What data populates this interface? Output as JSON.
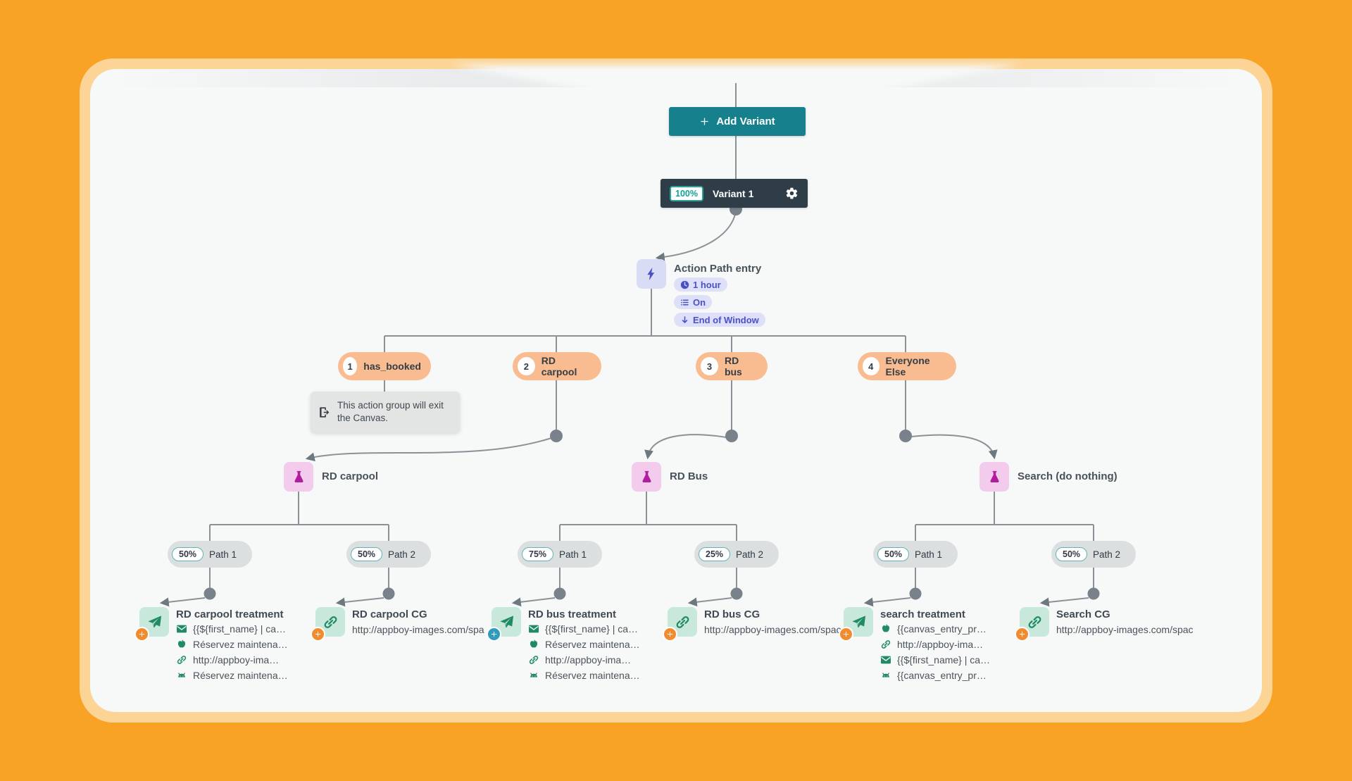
{
  "header": {
    "add_variant_label": "Add Variant",
    "variant_percent": "100%",
    "variant_name": "Variant 1"
  },
  "entry": {
    "title": "Action Path entry",
    "badges": [
      {
        "icon": "clock-icon",
        "label": "1 hour"
      },
      {
        "icon": "list-icon",
        "label": "On"
      },
      {
        "icon": "arrow-down-icon",
        "label": "End of Window"
      }
    ]
  },
  "branches": [
    {
      "number": "1",
      "label": "has_booked"
    },
    {
      "number": "2",
      "label": "RD carpool"
    },
    {
      "number": "3",
      "label": "RD bus"
    },
    {
      "number": "4",
      "label": "Everyone Else"
    }
  ],
  "exit_tooltip": {
    "icon": "exit-door-icon",
    "line1": "This action group will exit",
    "line2": "the Canvas."
  },
  "experiments": [
    {
      "icon": "flask-icon",
      "label": "RD carpool"
    },
    {
      "icon": "flask-icon",
      "label": "RD Bus"
    },
    {
      "icon": "flask-icon",
      "label": "Search (do nothing)"
    }
  ],
  "paths": [
    {
      "percent": "50%",
      "label": "Path 1"
    },
    {
      "percent": "50%",
      "label": "Path 2"
    },
    {
      "percent": "75%",
      "label": "Path 1"
    },
    {
      "percent": "25%",
      "label": "Path 2"
    },
    {
      "percent": "50%",
      "label": "Path 1"
    },
    {
      "percent": "50%",
      "label": "Path 2"
    }
  ],
  "leaves": [
    {
      "icon": "send-icon",
      "badge": "add-orange",
      "title": "RD carpool treatment",
      "items": [
        {
          "icon": "email-icon",
          "text": "{{${first_name} | ca…"
        },
        {
          "icon": "apple-icon",
          "text": "Réservez maintena…"
        },
        {
          "icon": "link-icon",
          "text": "http://appboy-ima…"
        },
        {
          "icon": "android-icon",
          "text": "Réservez maintena…"
        }
      ]
    },
    {
      "icon": "link-icon",
      "badge": "add-orange",
      "title": "RD carpool CG",
      "subtitle": "http://appboy-images.com/spa"
    },
    {
      "icon": "send-icon",
      "badge": "add-blue",
      "title": "RD bus treatment",
      "items": [
        {
          "icon": "email-icon",
          "text": "{{${first_name} | ca…"
        },
        {
          "icon": "apple-icon",
          "text": "Réservez maintena…"
        },
        {
          "icon": "link-icon",
          "text": "http://appboy-ima…"
        },
        {
          "icon": "android-icon",
          "text": "Réservez maintena…"
        }
      ]
    },
    {
      "icon": "link-icon",
      "badge": "add-orange",
      "title": "RD bus CG",
      "subtitle": "http://appboy-images.com/spac"
    },
    {
      "icon": "send-icon",
      "badge": "add-orange",
      "title": "search treatment",
      "items": [
        {
          "icon": "apple-icon",
          "text": "{{canvas_entry_pr…"
        },
        {
          "icon": "link-icon",
          "text": "http://appboy-ima…"
        },
        {
          "icon": "email-icon",
          "text": "{{${first_name} | ca…"
        },
        {
          "icon": "android-icon",
          "text": "{{canvas_entry_pr…"
        }
      ]
    },
    {
      "icon": "link-icon",
      "badge": "add-orange",
      "title": "Search CG",
      "subtitle": "http://appboy-images.com/spac"
    }
  ],
  "colors": {
    "background_orange": "#F9A326",
    "frame_light_orange": "#FCD495",
    "canvas_white": "#F7F8F8",
    "teal_button": "#17808D",
    "dark_variant_bar": "#2E3D48",
    "teal_percent_text": "#12A096",
    "branch_pill_orange": "#F9BC90",
    "entry_lavender": "#D9DCF5",
    "entry_indigo": "#4B51C4",
    "experiment_pink": "#F2CBED",
    "experiment_magenta": "#AF1F9C",
    "leaf_mint": "#C8E8DB",
    "channel_green": "#1F8B64",
    "add_badge_orange": "#F28A2E",
    "add_badge_blue": "#2F9BBE",
    "connector_gray": "#8A9298"
  }
}
